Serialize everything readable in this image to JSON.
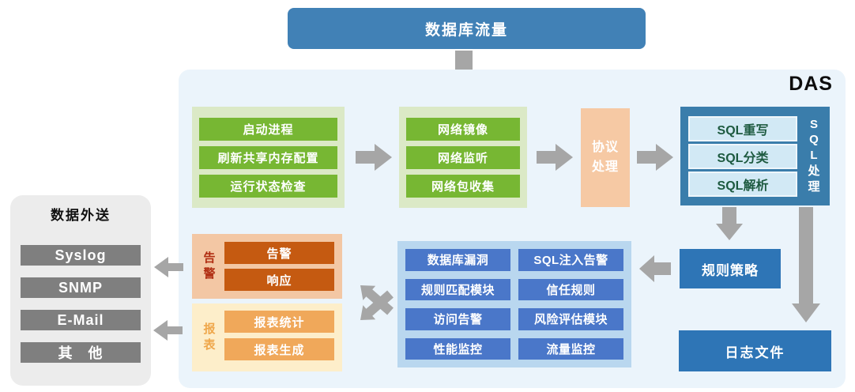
{
  "traffic_box": {
    "label": "数据库流量"
  },
  "das_label": "DAS",
  "startup_group": {
    "items": [
      "启动进程",
      "刷新共享内存配置",
      "运行状态检查"
    ]
  },
  "network_group": {
    "items": [
      "网络镜像",
      "网络监听",
      "网络包收集"
    ]
  },
  "protocol_box": {
    "lines": [
      "协议",
      "处理"
    ]
  },
  "sql_group": {
    "items": [
      "SQL重写",
      "SQL分类",
      "SQL解析"
    ],
    "vertical_label_chars": [
      "S",
      "Q",
      "L",
      "处",
      "理"
    ]
  },
  "rule_policy_box": {
    "label": "规则策略"
  },
  "log_file_box": {
    "label": "日志文件"
  },
  "module_group": {
    "items": [
      "数据库漏洞",
      "SQL注入告警",
      "规则匹配模块",
      "信任规则",
      "访问告警",
      "风险评估模块",
      "性能监控",
      "流量监控"
    ]
  },
  "alert_group": {
    "vertical_label_chars": [
      "告",
      "警"
    ],
    "items": [
      "告警",
      "响应"
    ]
  },
  "report_group": {
    "vertical_label_chars": [
      "报",
      "表"
    ],
    "items": [
      "报表统计",
      "报表生成"
    ]
  },
  "export_panel": {
    "title": "数据外送",
    "items": [
      "Syslog",
      "SNMP",
      "E-Mail",
      "其　他"
    ]
  },
  "colors": {
    "traffic_blue": "#4181b6",
    "das_bg": "#ebf4fb",
    "green": "#77b733",
    "green_bg": "#dbe9c6",
    "protocol_peach": "#f6c9a4",
    "sql_outer_blue": "#3a7dab",
    "sql_item_bg": "#d2e9f5",
    "sql_item_text": "#1d5a40",
    "module_blue": "#4a77c9",
    "module_bg": "#b9d7ef",
    "deep_blue": "#2e75b6",
    "alert_orange": "#c55a11",
    "alert_bg": "#f3c7a4",
    "alert_label_red": "#b02d12",
    "report_orange": "#f0a85a",
    "report_bg": "#fdeeca",
    "report_label_orange": "#efa74b",
    "panel_gray": "#ececec",
    "panel_item_gray": "#7f7f7f",
    "arrow_gray": "#a6a6a6"
  }
}
